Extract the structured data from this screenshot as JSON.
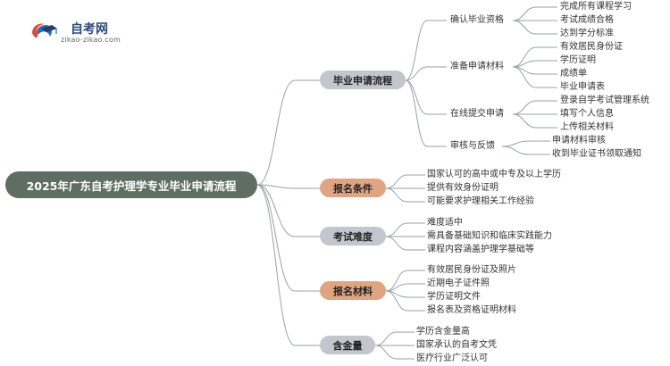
{
  "logo": {
    "title": "自考网",
    "url": "zikao-zikao.com",
    "icon": "graduation-cap-icon"
  },
  "colors": {
    "root": "#5f6e62",
    "branch_gray": "#c4c6ce",
    "branch_orange": "#dfa583",
    "line": "#9aa0a6"
  },
  "root": "2025年广东自考护理学专业毕业申请流程",
  "branches": [
    {
      "label": "毕业申请流程",
      "style": "gray",
      "subsections": [
        {
          "label": "确认毕业资格",
          "items": [
            "完成所有课程学习",
            "考试成绩合格",
            "达到学分标准"
          ]
        },
        {
          "label": "准备申请材料",
          "items": [
            "有效居民身份证",
            "学历证明",
            "成绩单",
            "毕业申请表"
          ]
        },
        {
          "label": "在线提交申请",
          "items": [
            "登录自学考试管理系统",
            "填写个人信息",
            "上传相关材料"
          ]
        },
        {
          "label": "审核与反馈",
          "items": [
            "申请材料审核",
            "收到毕业证书领取通知"
          ]
        }
      ]
    },
    {
      "label": "报名条件",
      "style": "orange",
      "items": [
        "国家认可的高中或中专及以上学历",
        "提供有效身份证明",
        "可能要求护理相关工作经验"
      ]
    },
    {
      "label": "考试难度",
      "style": "gray",
      "items": [
        "难度适中",
        "需具备基础知识和临床实践能力",
        "课程内容涵盖护理学基础等"
      ]
    },
    {
      "label": "报名材料",
      "style": "orange",
      "items": [
        "有效居民身份证及照片",
        "近期电子证件照",
        "学历证明文件",
        "报名表及资格证明材料"
      ]
    },
    {
      "label": "含金量",
      "style": "gray",
      "items": [
        "学历含金量高",
        "国家承认的自考文凭",
        "医疗行业广泛认可"
      ]
    }
  ]
}
